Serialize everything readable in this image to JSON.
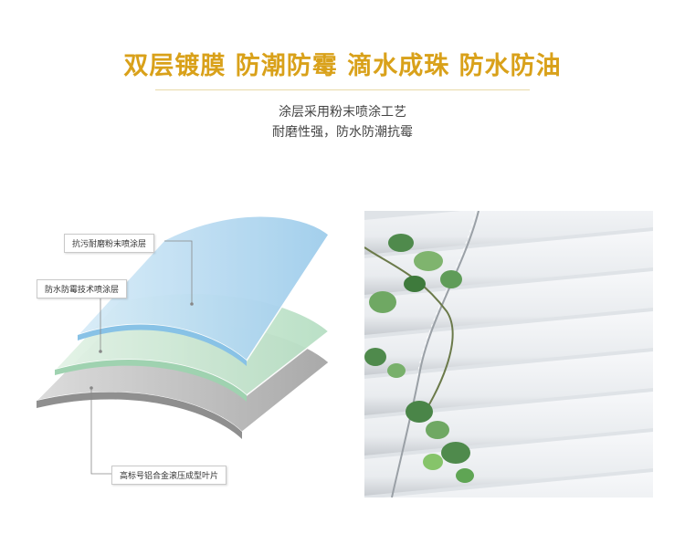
{
  "header": {
    "title": "双层镀膜 防潮防霉 滴水成珠 防水防油",
    "subtitle_line1": "涂层采用粉末喷涂工艺",
    "subtitle_line2": "耐磨性强，防水防潮抗霉"
  },
  "diagram": {
    "layer_top_label": "抗污耐磨粉末喷涂层",
    "layer_middle_label": "防水防霉技术喷涂层",
    "layer_bottom_label": "高标号铝合金滚压成型叶片"
  },
  "colors": {
    "headline": "#d9a11a",
    "layer_top": "#aad4ee",
    "layer_middle": "#c5e6cf",
    "layer_bottom": "#bcbcbc"
  }
}
